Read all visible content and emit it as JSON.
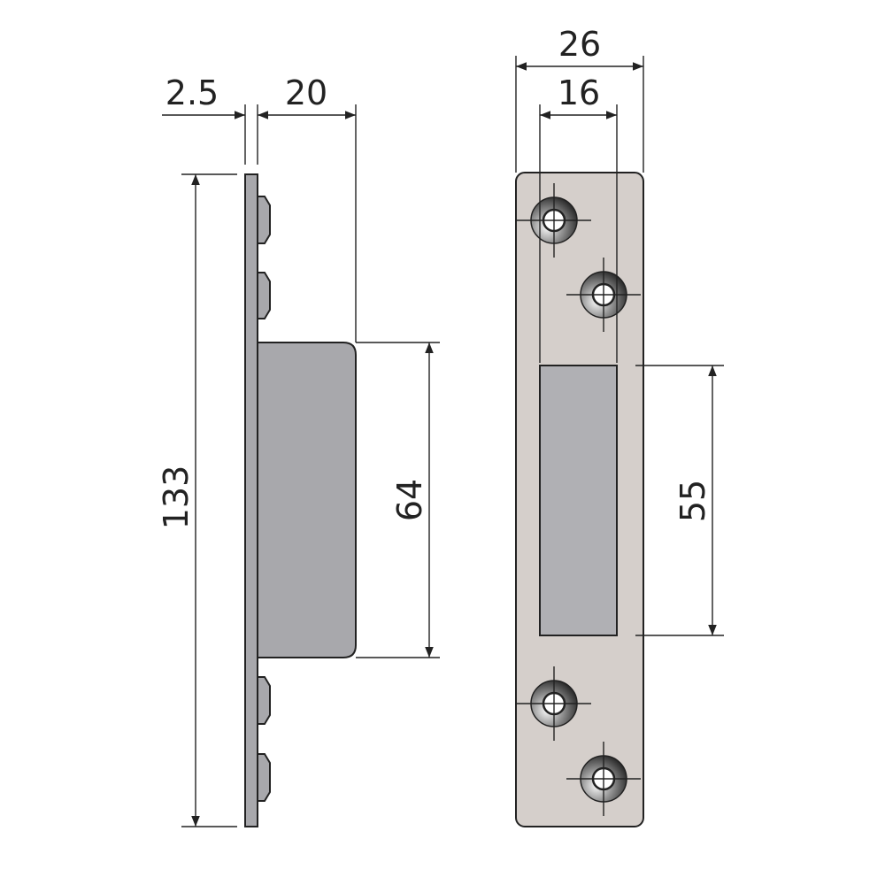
{
  "colors": {
    "side_metal": "#a8a8ac",
    "front_plate": "#d5cfcb",
    "slot": "#b0b0b4",
    "outline": "#222222"
  },
  "side_view": {
    "plate_thickness": "2.5",
    "box_depth": "20",
    "overall_height": "133",
    "box_height": "64"
  },
  "front_view": {
    "plate_width": "26",
    "slot_width": "16",
    "slot_height": "55"
  }
}
